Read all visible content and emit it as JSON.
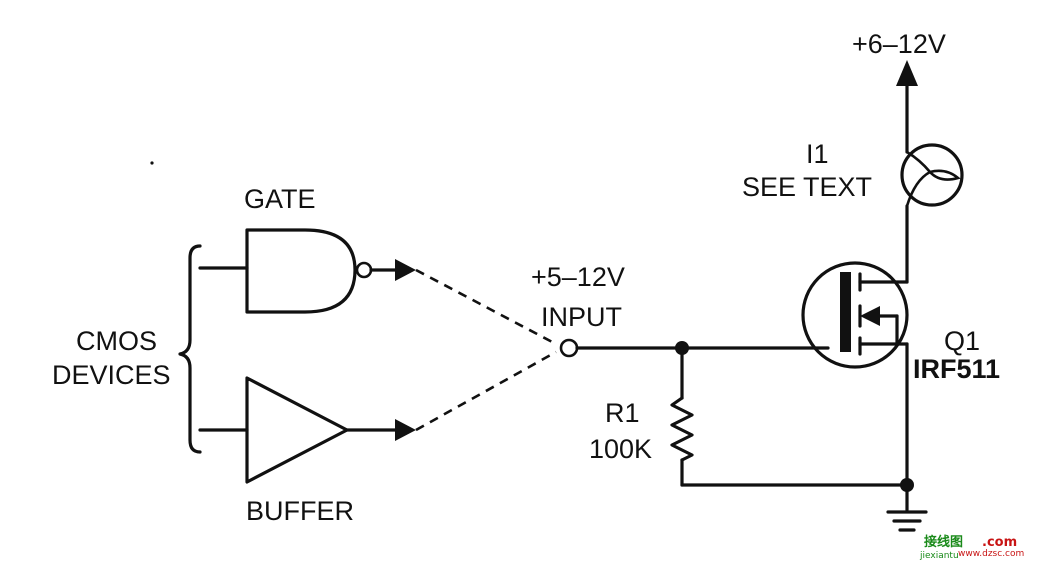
{
  "labels": {
    "supply_q": "+6–12V",
    "input_voltage": "+5–12V",
    "input_name": "INPUT",
    "gate": "GATE",
    "buffer": "BUFFER",
    "cmos_line1": "CMOS",
    "cmos_line2": "DEVICES",
    "lamp_ref": "I1",
    "lamp_note": "SEE TEXT",
    "resistor_ref": "R1",
    "resistor_value": "100K",
    "transistor_ref": "Q1",
    "transistor_part": "IRF511"
  },
  "watermark": {
    "brand": "接线图",
    "domain": ".com",
    "site": "www.dzsc.com",
    "sub": "jiexiantu",
    "brand_color": "#1a8a1a",
    "domain_color": "#c81414"
  },
  "style": {
    "ink": "#111111",
    "background": "#ffffff"
  }
}
